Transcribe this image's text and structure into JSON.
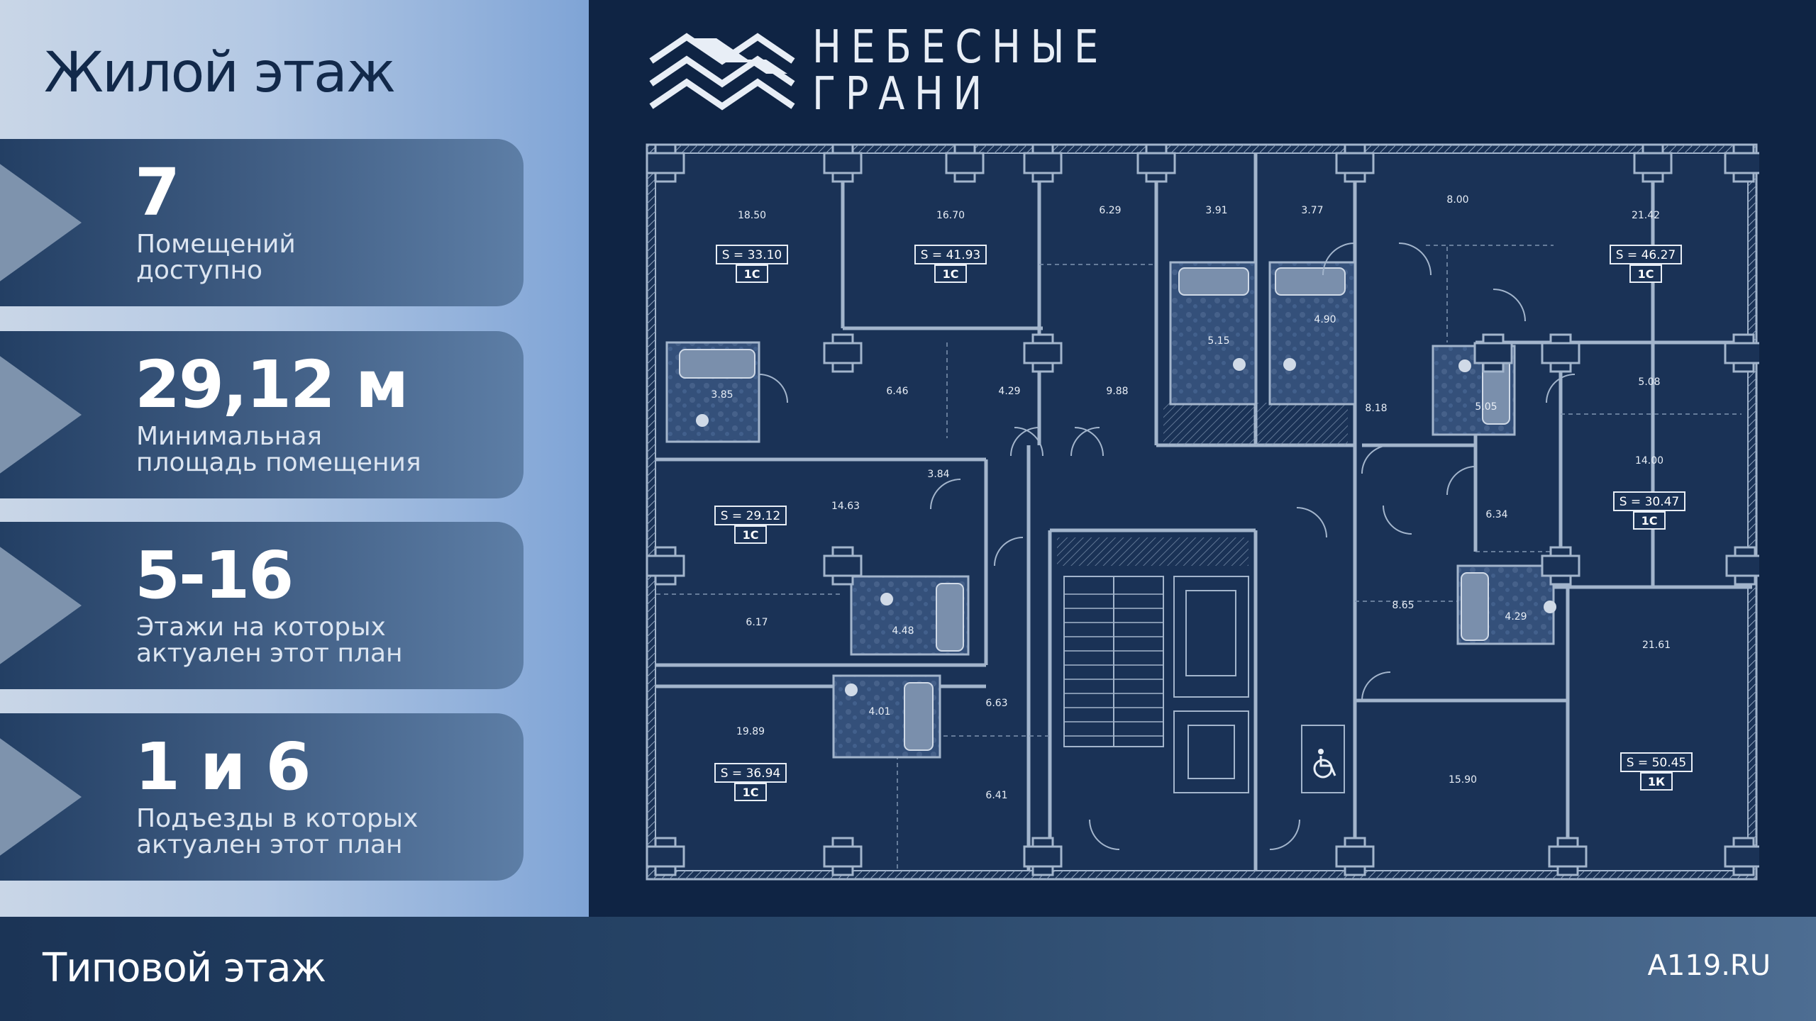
{
  "header": {
    "title": "Жилой этаж"
  },
  "brand": {
    "line1": "НЕБЕСНЫЕ",
    "line2": "ГРАНИ"
  },
  "stats": [
    {
      "value": "7",
      "label": "Помещений\nдоступно"
    },
    {
      "value": "29,12 м",
      "label": "Минимальная\nплощадь помещения"
    },
    {
      "value": "5-16",
      "label": "Этажи на которых\nактуален этот план"
    },
    {
      "value": "1 и 6",
      "label": "Подъезды в которых\nактуален этот план"
    }
  ],
  "plan": {
    "areas": [
      "18.50",
      "16.70",
      "6.29",
      "3.91",
      "3.77",
      "8.00",
      "21.42",
      "3.85",
      "6.46",
      "4.29",
      "9.88",
      "5.15",
      "4.90",
      "8.18",
      "5.05",
      "5.08",
      "14.00",
      "3.84",
      "14.63",
      "6.34",
      "6.17",
      "4.48",
      "8.65",
      "4.29",
      "21.61",
      "4.01",
      "6.63",
      "19.89",
      "6.41",
      "15.90"
    ],
    "units": [
      {
        "area": "S = 33.10",
        "type": "1С"
      },
      {
        "area": "S = 41.93",
        "type": "1С"
      },
      {
        "area": "S = 46.27",
        "type": "1С"
      },
      {
        "area": "S = 29.12",
        "type": "1С"
      },
      {
        "area": "S = 30.47",
        "type": "1С"
      },
      {
        "area": "S = 36.94",
        "type": "1С"
      },
      {
        "area": "S = 50.45",
        "type": "1К"
      }
    ],
    "icons": {
      "accessible": "wheelchair-icon"
    }
  },
  "footer": {
    "title": "Типовой этаж",
    "site": "A119.RU"
  },
  "colors": {
    "background": "#0f2444",
    "plan_fill": "#1a3256",
    "wall": "#a3b5cc",
    "wet_zone": "#3a5680"
  }
}
